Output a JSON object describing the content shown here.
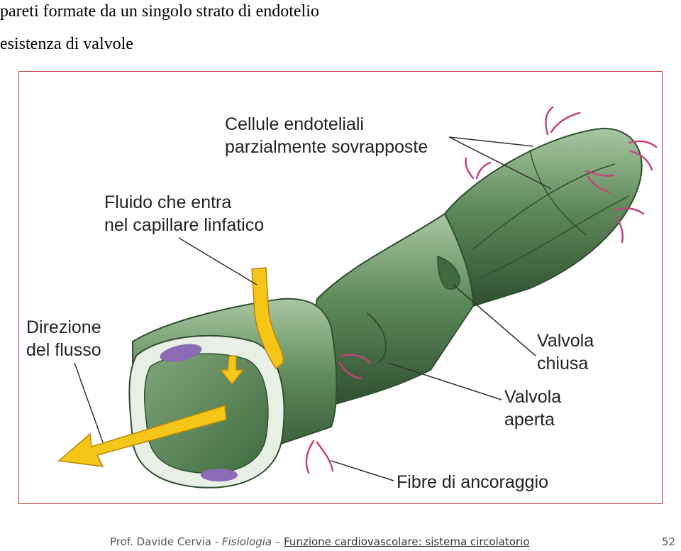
{
  "slide": {
    "bullets": [
      "pareti formate da un singolo strato di endotelio",
      "esistenza di valvole"
    ]
  },
  "figure": {
    "labels": {
      "cells": [
        "Cellule endoteliali",
        "parzialmente sovrapposte"
      ],
      "fluid": [
        "Fluido che entra",
        "nel capillare linfatico"
      ],
      "direction": [
        "Direzione",
        "del flusso"
      ],
      "closed_valve": [
        "Valvola",
        "chiusa"
      ],
      "open_valve": [
        "Valvola",
        "aperta"
      ],
      "fibers": [
        "Fibre di ancoraggio"
      ]
    },
    "colors": {
      "vessel": "#5e8a5a",
      "vessel_dark": "#2f4f30",
      "vessel_light": "#a9c7a2",
      "arrow": "#f5c518",
      "fiber": "#c2457a",
      "nucleus": "#8b6bb5",
      "frame": "#c8302a"
    }
  },
  "footer": {
    "author": "Prof. Davide Cervia - ",
    "course": "Fisiologia",
    "separator": " – ",
    "topic": "Funzione cardiovascolare: sistema circolatorio",
    "page": "52"
  }
}
